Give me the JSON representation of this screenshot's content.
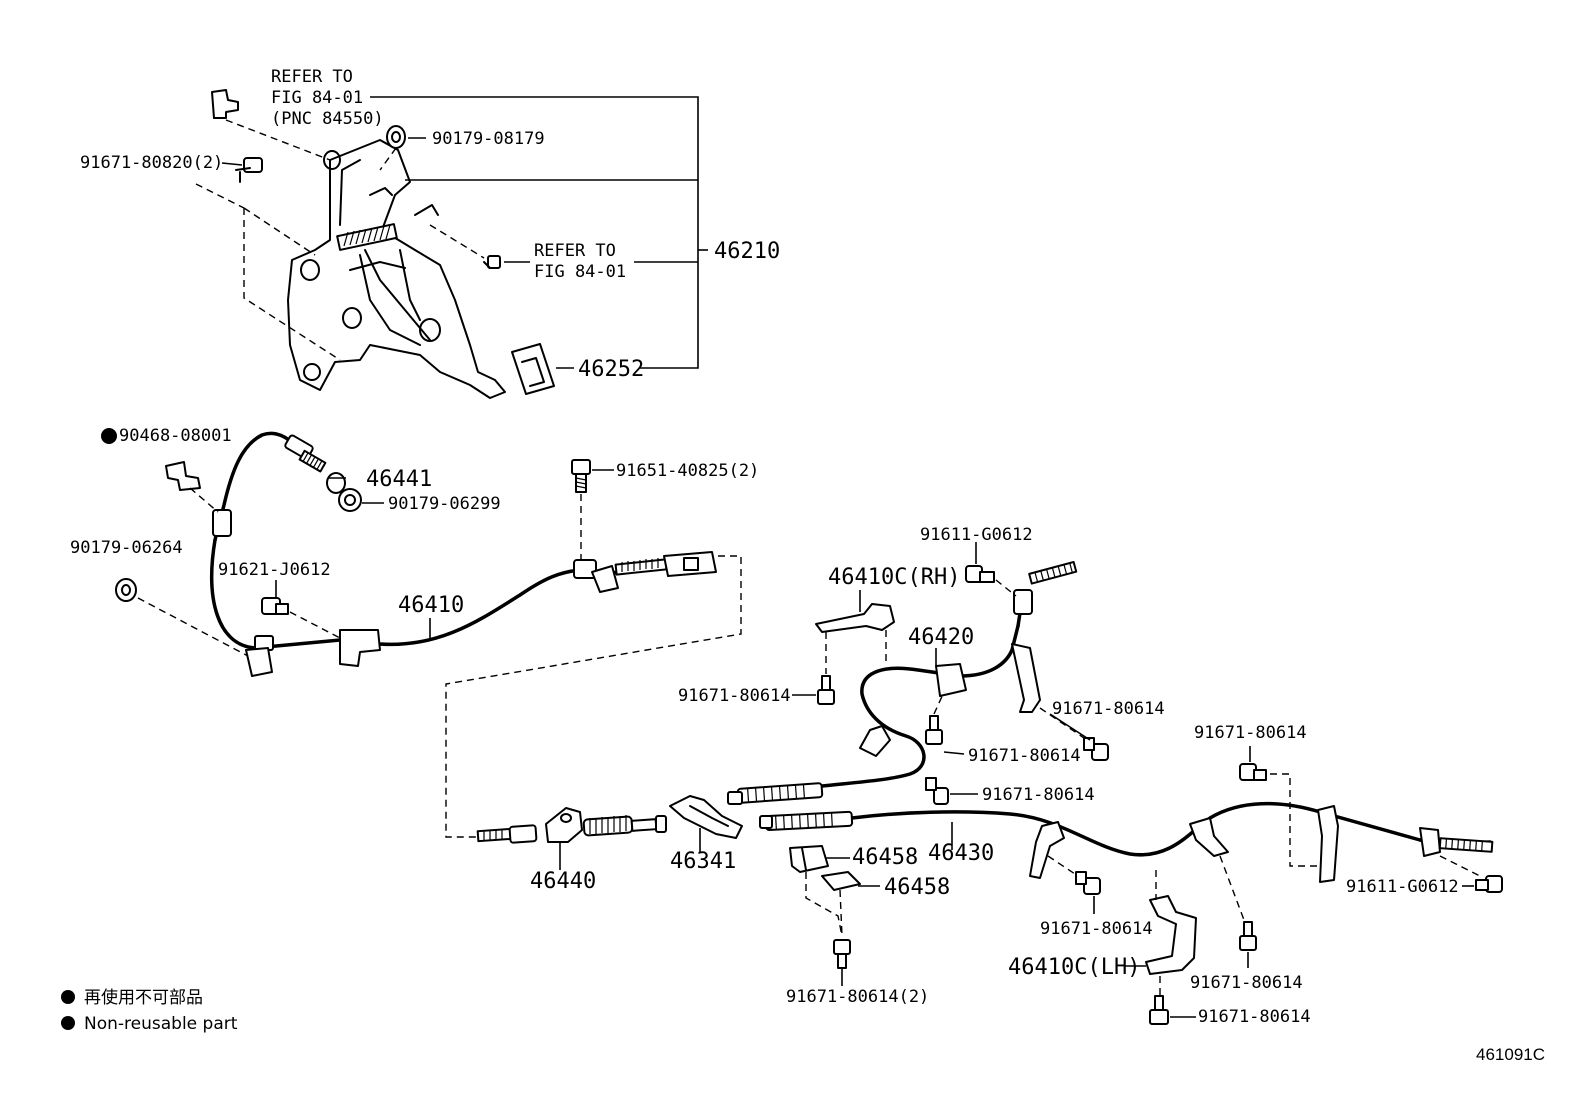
{
  "diagram": {
    "parts": {
      "refer_to_1": [
        "REFER TO",
        "FIG 84-01",
        "(PNC 84550)"
      ],
      "p_90179_08179": "90179-08179",
      "p_91671_80820": "91671-80820(2)",
      "refer_to_2": [
        "REFER TO",
        "FIG 84-01"
      ],
      "p_46210": "46210",
      "p_46252": "46252",
      "p_90468_08001": "90468-08001",
      "p_46441": "46441",
      "p_90179_06299": "90179-06299",
      "p_91651_40825": "91651-40825(2)",
      "p_90179_06264": "90179-06264",
      "p_91621_J0612": "91621-J0612",
      "p_46410": "46410",
      "p_91611_G0612_top": "91611-G0612",
      "p_46410C_RH": "46410C(RH)",
      "p_46420": "46420",
      "p_91671_80614_a": "91671-80614",
      "p_91671_80614_b": "91671-80614",
      "p_91671_80614_c": "91671-80614",
      "p_91671_80614_d": "91671-80614",
      "p_91671_80614_e": "91671-80614",
      "p_91671_80614_f": "91671-80614",
      "p_91671_80614_g": "91671-80614",
      "p_91671_80614_h": "91671-80614",
      "p_91671_80614_2": "91671-80614(2)",
      "p_91611_G0612_right": "91611-G0612",
      "p_46440": "46440",
      "p_46341": "46341",
      "p_46458_a": "46458",
      "p_46458_b": "46458",
      "p_46430": "46430",
      "p_46410C_LH": "46410C(LH)"
    },
    "legend": {
      "jp": "再使用不可部品",
      "en": "Non-reusable part"
    },
    "figure_code": "461091C"
  }
}
